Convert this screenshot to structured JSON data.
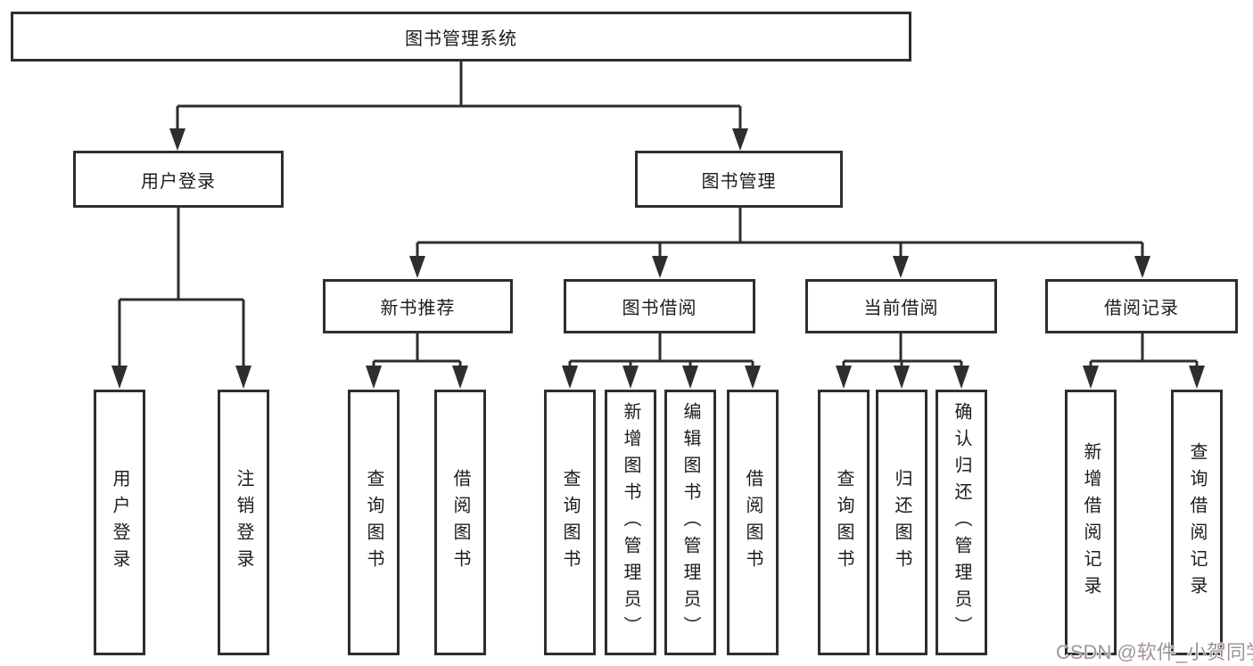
{
  "diagram": {
    "title": "图书管理系统",
    "type": "hierarchy-tree"
  },
  "colors": {
    "line": "#2e2e2e",
    "box_border": "#2e2e2e",
    "box_background": "#ffffff",
    "text": "#1c1c1c",
    "watermark": "#a09595"
  },
  "nodes": {
    "root": "图书管理系统",
    "user_login": "用户登录",
    "book_mgmt": "图书管理",
    "new_books": "新书推荐",
    "book_borrow": "图书借阅",
    "current_borrow": "当前借阅",
    "borrow_records": "借阅记录",
    "user_login_children": [
      "用户登录",
      "注销登录"
    ],
    "new_books_children": [
      "查询图书",
      "借阅图书"
    ],
    "book_borrow_children": [
      "查询图书",
      "新增图书（管理员）",
      "编辑图书（管理员）",
      "借阅图书"
    ],
    "current_borrow_children": [
      "查询图书",
      "归还图书",
      "确认归还（管理员）"
    ],
    "borrow_records_children": [
      "新增借阅记录",
      "查询借阅记录"
    ]
  },
  "watermark": "CSDN @软件_小贺同学"
}
